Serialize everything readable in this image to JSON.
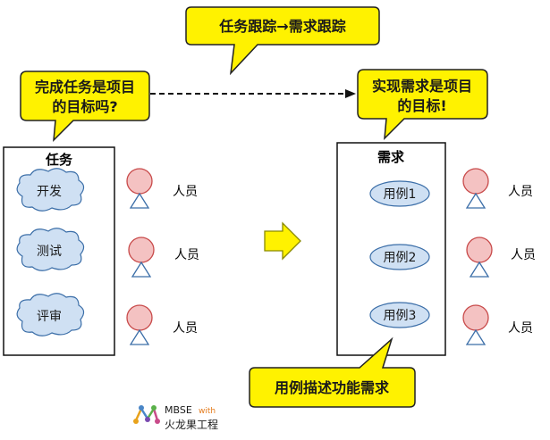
{
  "callouts": {
    "top": "任务跟踪→需求跟踪",
    "left_line1": "完成任务是项目",
    "left_line2": "的目标吗?",
    "right_line1": "实现需求是项目",
    "right_line2": "的目标!",
    "bottom": "用例描述功能需求"
  },
  "tasks_box": {
    "title": "任务",
    "items": [
      "开发",
      "测试",
      "评审"
    ]
  },
  "requirements_box": {
    "title": "需求",
    "items": [
      "用例1",
      "用例2",
      "用例3"
    ]
  },
  "person_label": "人员",
  "logo": {
    "en": "MBSE",
    "with": "with",
    "cn": "火龙果工程"
  },
  "colors": {
    "callout_fill": "#fff200",
    "cloud_fill": "#cfe0f3",
    "ellipse_fill": "#cfe0f3",
    "person_fill": "#f4c2c2",
    "person_stroke": "#c84a4a",
    "triangle_stroke": "#3b6ea8",
    "arrow_fill": "#fff200"
  }
}
